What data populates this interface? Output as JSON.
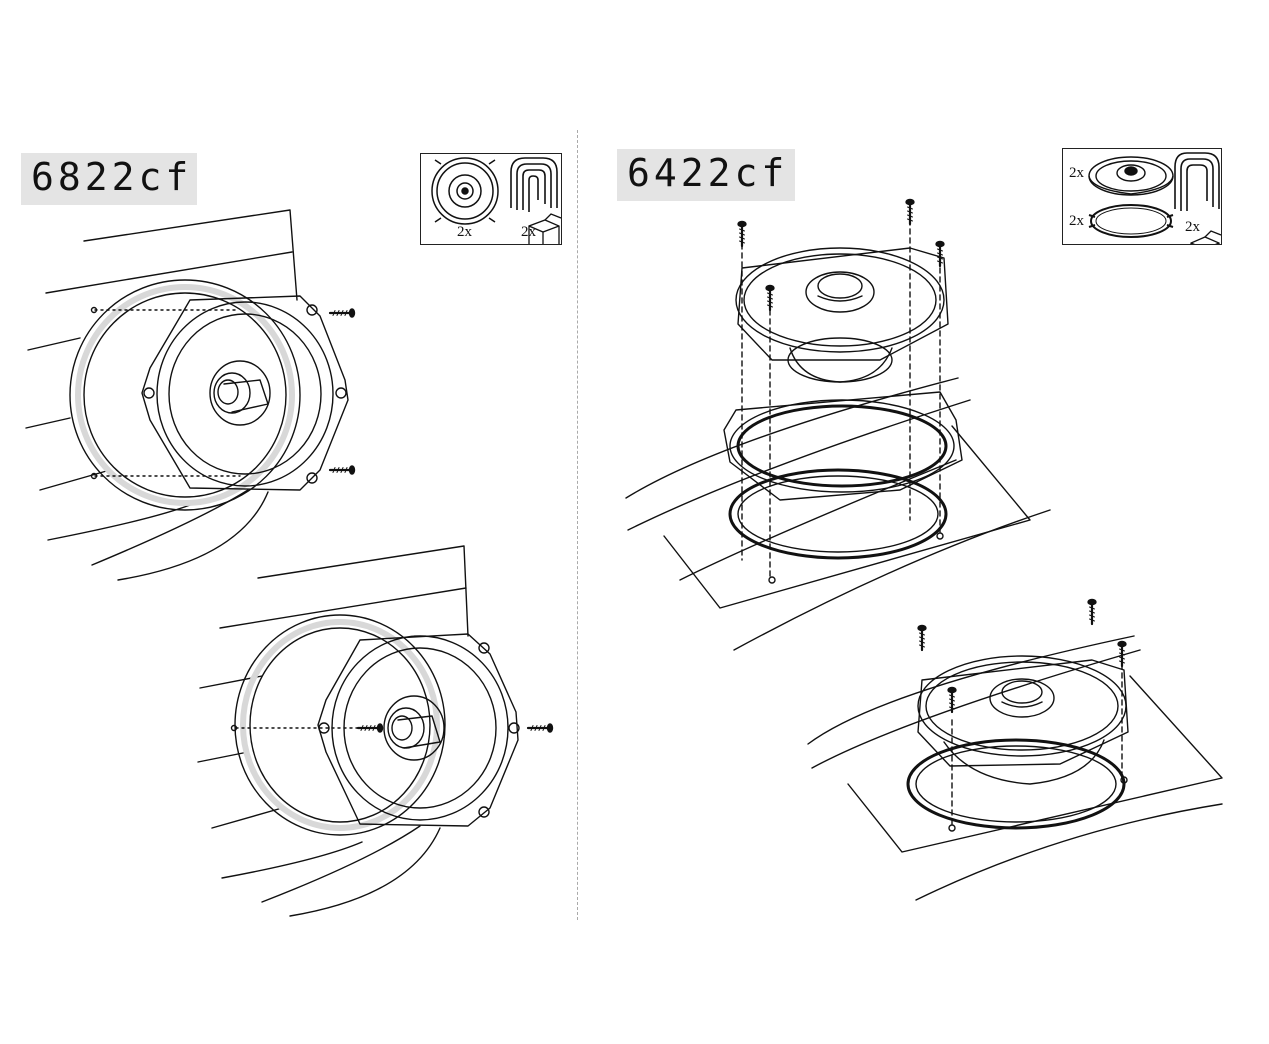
{
  "left_panel": {
    "model": "6822cf",
    "kit": {
      "speaker_qty": "2x",
      "screw_pack_qty": "2x"
    }
  },
  "right_panel": {
    "model": "6422cf",
    "kit": {
      "speaker_qty": "2x",
      "gasket_qty": "2x",
      "screw_pack_qty": "2x"
    }
  },
  "colors": {
    "ink": "#111111",
    "label_bg": "#e4e4e4",
    "divider": "#aaaaaa"
  }
}
